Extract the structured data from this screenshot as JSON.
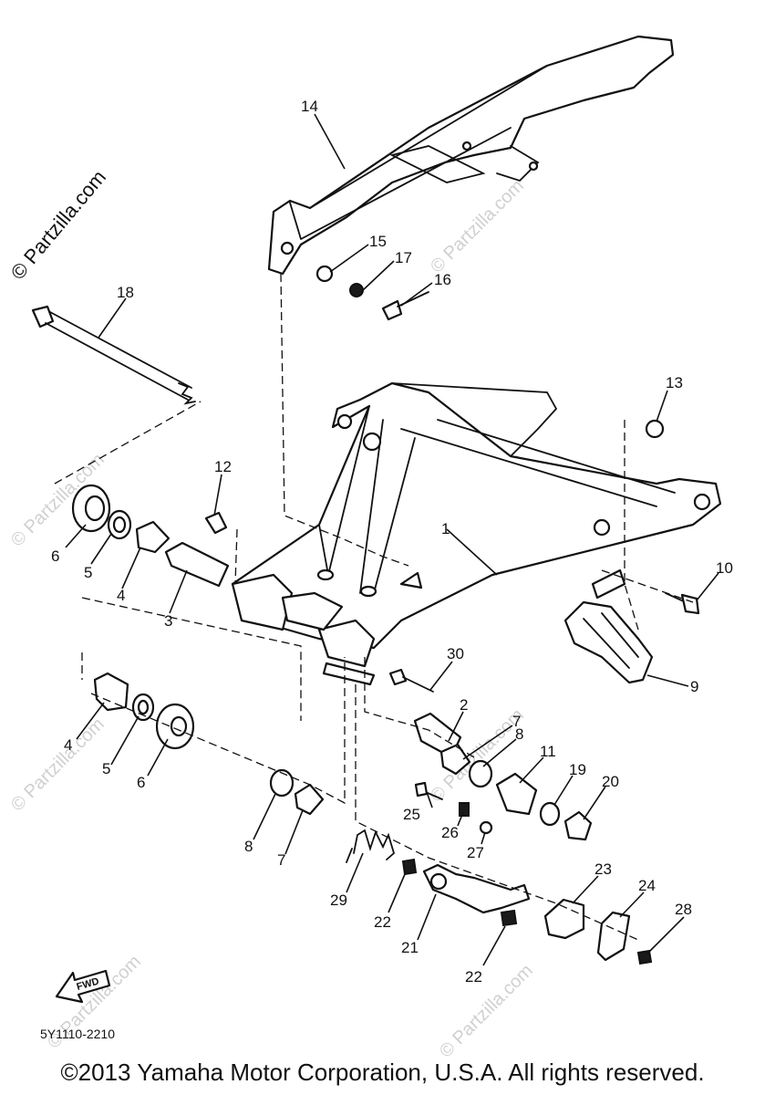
{
  "watermark": {
    "main": "© Partzilla.com",
    "faded": "© Partzilla.com"
  },
  "drawing_code": "5Y1110-2210",
  "fwd_label": "FWD",
  "copyright": "©2013 Yamaha Motor Corporation, U.S.A. All rights reserved.",
  "callouts": {
    "c1": "1",
    "c2": "2",
    "c3": "3",
    "c4a": "4",
    "c4b": "4",
    "c5a": "5",
    "c5b": "5",
    "c6a": "6",
    "c6b": "6",
    "c7a": "7",
    "c7b": "7",
    "c8a": "8",
    "c8b": "8",
    "c9": "9",
    "c10": "10",
    "c11": "11",
    "c12": "12",
    "c13": "13",
    "c14": "14",
    "c15": "15",
    "c16": "16",
    "c17": "17",
    "c18": "18",
    "c19": "19",
    "c20": "20",
    "c21": "21",
    "c22a": "22",
    "c22b": "22",
    "c23": "23",
    "c24": "24",
    "c25": "25",
    "c26": "26",
    "c27": "27",
    "c28": "28",
    "c29": "29",
    "c30": "30"
  }
}
